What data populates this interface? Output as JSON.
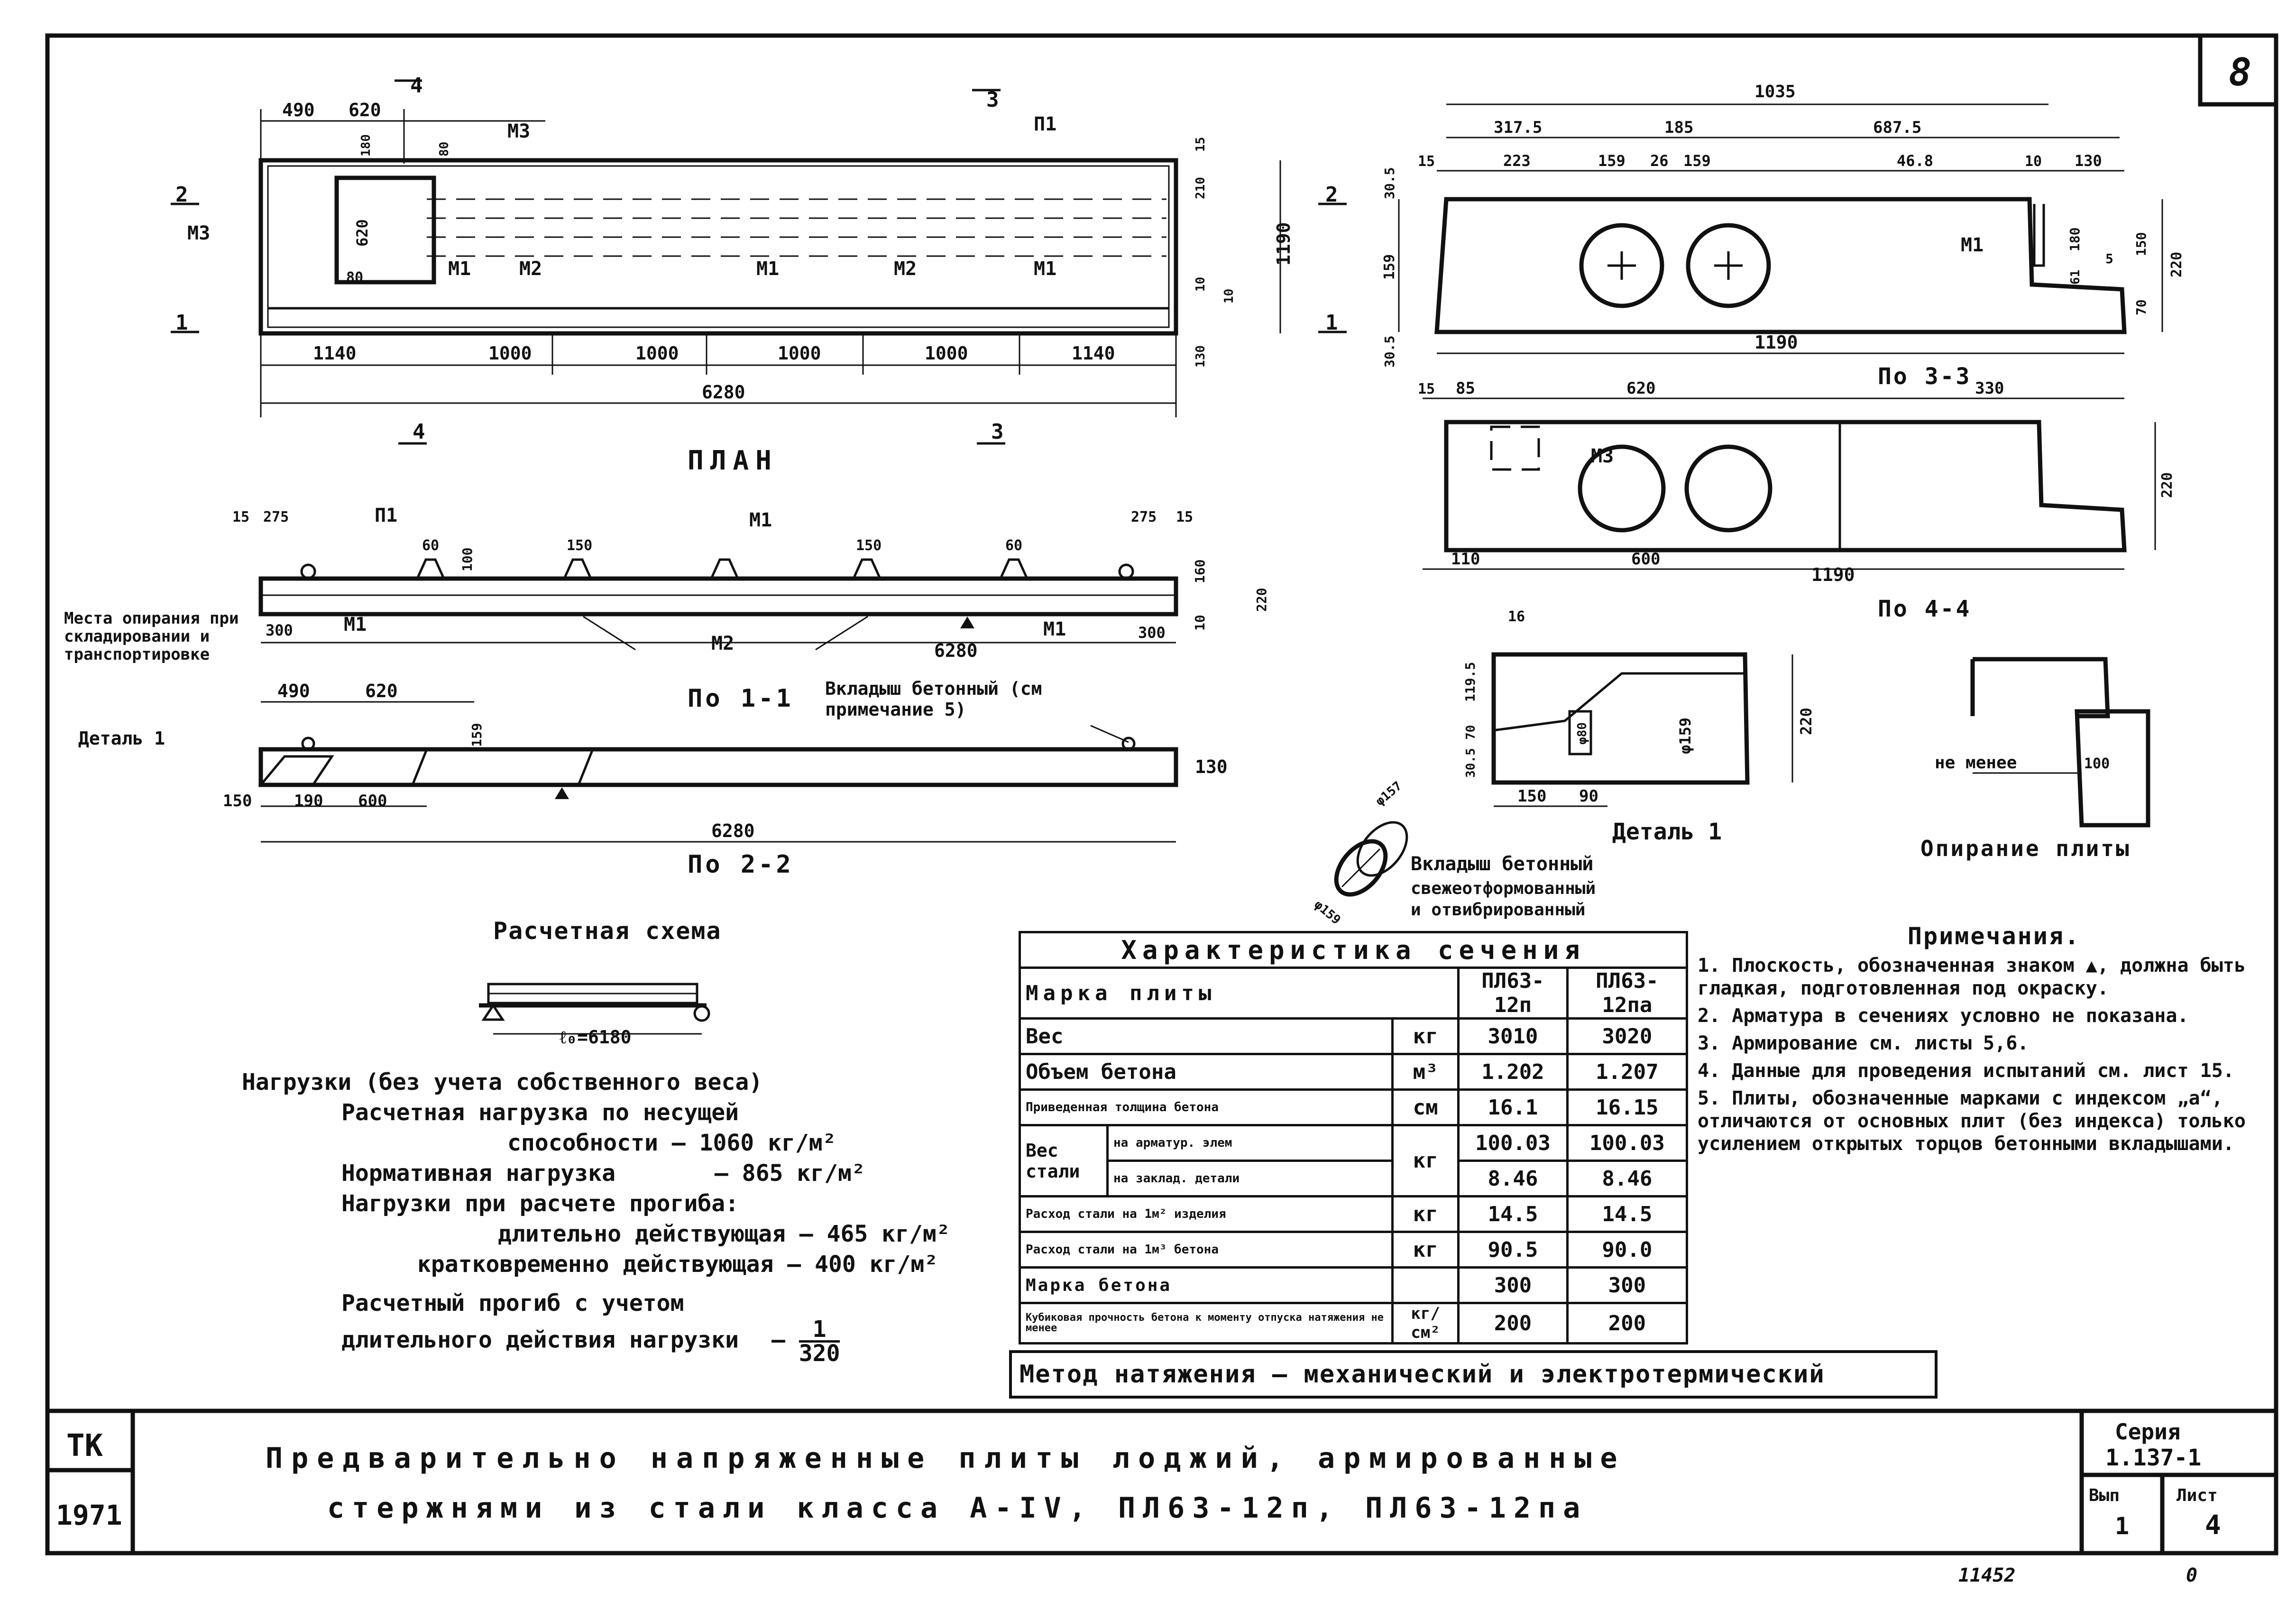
{
  "sheet_number": "8",
  "plan": {
    "title": "ПЛАН",
    "dims_top": [
      "490",
      "620"
    ],
    "dims_bottom": [
      "1140",
      "1000",
      "1000",
      "1000",
      "1000",
      "1140"
    ],
    "total_length": "6280",
    "depth": "1190",
    "small_dims": [
      "180",
      "80",
      "80",
      "620",
      "15",
      "210",
      "10",
      "10",
      "130"
    ],
    "section_marks": [
      "4",
      "3",
      "2",
      "1"
    ],
    "parts": [
      "М3",
      "П1",
      "М3",
      "М1",
      "М2",
      "М1",
      "М2",
      "М1"
    ]
  },
  "section_1_1": {
    "title": "По 1-1",
    "dims": [
      "15",
      "275",
      "60",
      "150",
      "150",
      "60",
      "275",
      "15",
      "300",
      "300",
      "6280",
      "100",
      "160",
      "220",
      "10"
    ],
    "parts": [
      "П1",
      "М1",
      "М1",
      "М2",
      "М1"
    ],
    "support_note": "Места опирания при складировании и транспортировке"
  },
  "section_2_2": {
    "title": "По 2-2",
    "dims": [
      "490",
      "620",
      "150",
      "190",
      "600",
      "6280",
      "130",
      "159"
    ],
    "detail_ref": "Деталь 1",
    "insert_note": "Вкладыш бетонный (см примечание 5)"
  },
  "section_3_3": {
    "title": "По 3-3",
    "dims_top": [
      "1035",
      "317.5",
      "185",
      "687.5"
    ],
    "dims_row2": [
      "15",
      "223",
      "159",
      "26",
      "159",
      "46.8",
      "10",
      "130"
    ],
    "dims_side": [
      "30.5",
      "159",
      "30.5",
      "180",
      "150",
      "220",
      "5",
      "70",
      "61"
    ],
    "width": "1190",
    "part": "М1"
  },
  "section_4_4": {
    "title": "По 4-4",
    "dims": [
      "15",
      "85",
      "620",
      "330",
      "110",
      "600",
      "1190",
      "220"
    ],
    "part": "М3"
  },
  "detail_1": {
    "title": "Деталь 1",
    "dims": [
      "16",
      "119.5",
      "70",
      "30.5",
      "φ80",
      "φ159",
      "150",
      "90",
      "220"
    ]
  },
  "support": {
    "title": "Опирание плиты",
    "label": "не менее",
    "value": "100"
  },
  "insert": {
    "text1": "Вкладыш бетонный",
    "text2": "свежеотформованный",
    "text3": "и отвибрированный",
    "dims": [
      "φ157",
      "φ159"
    ]
  },
  "scheme": {
    "title": "Расчетная схема",
    "span": "ℓ₀=6180"
  },
  "loads": {
    "header": "Нагрузки (без учета собственного веса)",
    "rows": [
      {
        "label": "Расчетная нагрузка по несущей",
        "value": ""
      },
      {
        "label": "способности",
        "value": "– 1060 кг/м²"
      },
      {
        "label": "Нормативная нагрузка",
        "value": "– 865 кг/м²"
      },
      {
        "label": "Нагрузки при расчете прогиба:",
        "value": ""
      },
      {
        "label": "длительно действующая",
        "value": "– 465 кг/м²"
      },
      {
        "label": "кратковременно действующая",
        "value": "– 400 кг/м²"
      }
    ],
    "deflection_label1": "Расчетный прогиб с учетом",
    "deflection_label2": "длительного действия нагрузки",
    "deflection_num": "1",
    "deflection_den": "320"
  },
  "table": {
    "header": "Характеристика сечения",
    "col_mark": "Марка плиты",
    "col_a": "ПЛ63-12п",
    "col_b": "ПЛ63-12па",
    "rows": [
      {
        "name": "Вес",
        "unit": "кг",
        "a": "3010",
        "b": "3020"
      },
      {
        "name": "Объем бетона",
        "unit": "м³",
        "a": "1.202",
        "b": "1.207"
      },
      {
        "name": "Приведенная толщина бетона",
        "unit": "см",
        "a": "16.1",
        "b": "16.15"
      },
      {
        "name": "Вес стали",
        "sub1": "на арматур. элем",
        "sub2": "на заклад. детали",
        "unit": "кг",
        "a1": "100.03",
        "b1": "100.03",
        "a2": "8.46",
        "b2": "8.46"
      },
      {
        "name": "Расход стали на 1м² изделия",
        "unit": "кг",
        "a": "14.5",
        "b": "14.5"
      },
      {
        "name": "Расход стали на 1м³ бетона",
        "unit": "кг",
        "a": "90.5",
        "b": "90.0"
      },
      {
        "name": "Марка бетона",
        "unit": "",
        "a": "300",
        "b": "300"
      },
      {
        "name": "Кубиковая прочность бетона к моменту отпуска натяжения не менее",
        "unit": "кг/см²",
        "a": "200",
        "b": "200"
      }
    ]
  },
  "method": "Метод натяжения – механический и электротермический",
  "notes": {
    "title": "Примечания.",
    "items": [
      "1. Плоскость, обозначенная знаком ▲, должна быть гладкая, подготовленная под окраску.",
      "2. Арматура в сечениях условно не показана.",
      "3. Армирование см. листы 5,6.",
      "4. Данные для проведения испытаний см. лист 15.",
      "5. Плиты, обозначенные марками с индексом „а“, отличаются от основных плит (без индекса) только усилением открытых торцов бетонными вкладышами."
    ]
  },
  "title_block": {
    "org": "ТК",
    "year": "1971",
    "title_line1": "Предварительно напряженные плиты лоджий, армированные",
    "title_line2": "стержнями из стали класса А-IV, ПЛ63-12п, ПЛ63-12па",
    "series_label": "Серия",
    "series": "1.137-1",
    "issue_label": "Вып",
    "issue": "1",
    "sheet_label": "Лист",
    "sheet": "4",
    "inventory": "11452",
    "corner": "0"
  }
}
